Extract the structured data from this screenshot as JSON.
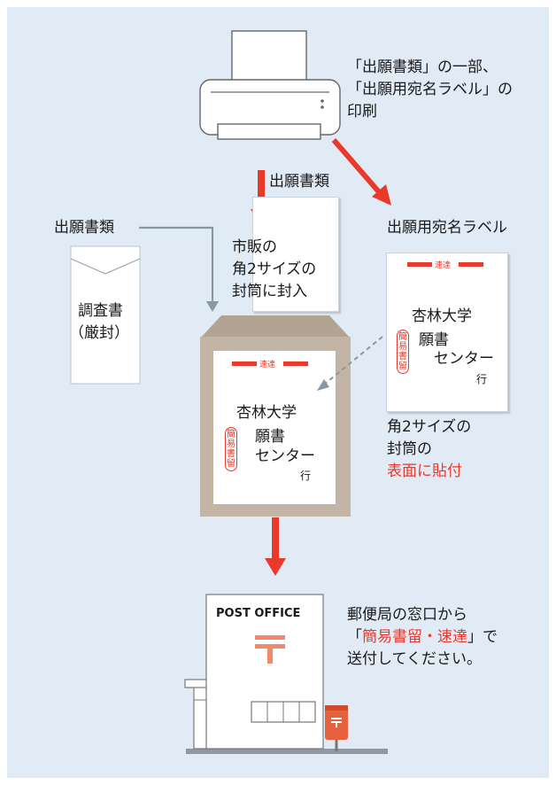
{
  "printer_caption": {
    "line1": "「出願書類」の一部、",
    "line2": "「出願用宛名ラベル」の",
    "line3": "印刷"
  },
  "docs_arrow_label": "出願書類",
  "left_label": "出願書類",
  "envelope_note": {
    "line1": "市販の",
    "line2": "角2サイズの",
    "line3": "封筒に封入"
  },
  "survey": {
    "line1": "調査書",
    "line2": "（厳封）"
  },
  "label_title": "出願用宛名ラベル",
  "address_label": {
    "speed": "速達",
    "school": "杏林大学",
    "stamp": [
      "簡",
      "易",
      "書",
      "留"
    ],
    "dept1": "願書",
    "dept2": "センター",
    "suffix": "行"
  },
  "paste_note": {
    "line1": "角2サイズの",
    "line2": "封筒の",
    "line3_red": "表面に貼付"
  },
  "post_office": {
    "sign": "POST OFFICE",
    "mark": "〒"
  },
  "post_caption": {
    "line1": "郵便局の窓口から",
    "line2_open": "「",
    "line2_red": "簡易書留・速達",
    "line2_close": "」で",
    "line3": "送付してください。"
  },
  "colors": {
    "accent_red": "#e8392b",
    "background": "#e1ebf6",
    "envelope_brown": "#c2b5a6"
  }
}
